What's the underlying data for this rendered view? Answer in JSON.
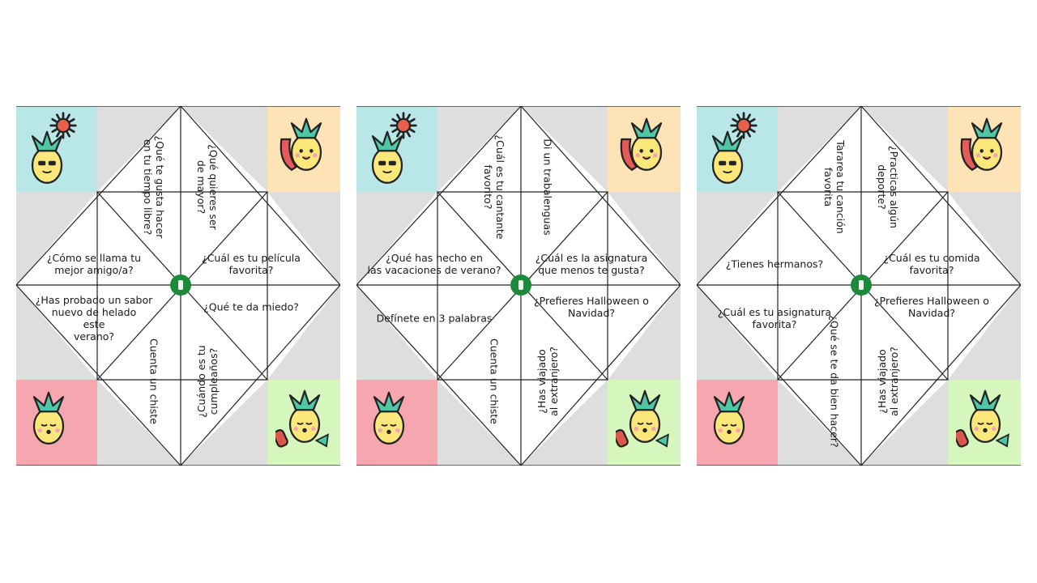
{
  "colors": {
    "corner_tl": "#b9e6e6",
    "corner_tr": "#fde3b5",
    "corner_bl": "#f6a6ae",
    "corner_br": "#d5f7bd",
    "gray": "#dedede",
    "logo": "#1b8a3a"
  },
  "icons": {
    "sun": "sun-icon",
    "pineapple_sunglasses": "pineapple-sunglasses-icon",
    "pineapple_surf": "pineapple-surfboard-icon",
    "pineapple_sleeping": "pineapple-sleeping-icon",
    "pineapple_popsicle": "pineapple-popsicle-icon",
    "logo": "school-logo-icon"
  },
  "tellers": [
    {
      "questions": {
        "top_left": "¿Qué te gusta hacer\nen tu tiempo libre?",
        "top_right": "¿Qué quieres ser\nde mayor?",
        "right_top": "¿Cuál es tu película\nfavorita?",
        "right_bottom": "¿Qué te da miedo?",
        "bottom_right": "¿Cuándo es tu\ncumpleaños?",
        "bottom_left": "Cuenta un chiste",
        "left_bottom": "¿Has probado un sabor\nnuevo de helado\neste\nverano?",
        "left_top": "¿Cómo se llama tu\nmejor amigo/a?"
      }
    },
    {
      "questions": {
        "top_left": "¿Cuál es tu cantante\nfavorito?",
        "top_right": "Di un trabalenguas",
        "right_top": "¿Cuál es la asignatura\nque menos te gusta?",
        "right_bottom": "¿Prefieres Halloween o\nNavidad?",
        "bottom_right": "¿Has viajado\nal extranjero?",
        "bottom_left": "Cuenta un chiste",
        "left_bottom": "Defínete en 3 palabras",
        "left_top": "¿Qué has hecho en\nlas vacaciones de verano?"
      }
    },
    {
      "questions": {
        "top_left": "Tararea tu canción\nfavorita",
        "top_right": "¿Practicas algún\ndeporte?",
        "right_top": "¿Cuál es tu comida\nfavorita?",
        "right_bottom": "¿Prefieres Halloween o\nNavidad?",
        "bottom_right": "¿Has viajado\nal extranjero?",
        "bottom_left": "¿Qué se te da bien hacer?",
        "left_bottom": "¿Cuál es tu asignatura\nfavorita?",
        "left_top": "¿Tienes hermanos?"
      }
    }
  ]
}
